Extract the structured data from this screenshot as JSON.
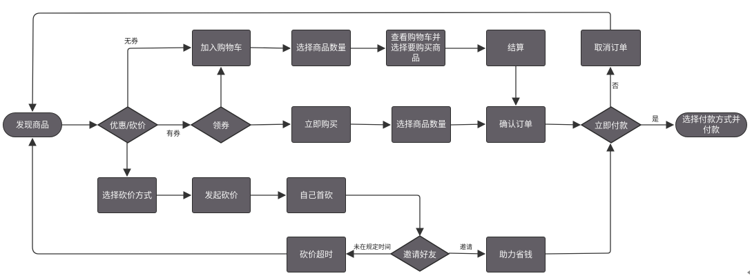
{
  "diagram": {
    "type": "flowchart",
    "colors": {
      "node_fill": "#625e65",
      "node_stroke": "#2b2b2b",
      "node_text": "#f4f4f4",
      "edge": "#333333",
      "background": "#ffffff"
    },
    "nodes": {
      "discover": {
        "label": "发现商品",
        "shape": "terminal"
      },
      "discount_decision": {
        "label": "优惠/砍价",
        "shape": "decision"
      },
      "get_coupon": {
        "label": "领券",
        "shape": "decision"
      },
      "add_to_cart": {
        "label": "加入购物车",
        "shape": "process"
      },
      "select_qty_cart": {
        "label": "选择商品数量",
        "shape": "process"
      },
      "view_cart": {
        "label": "查看购物车并选择要购买商品",
        "shape": "process"
      },
      "checkout": {
        "label": "结算",
        "shape": "process"
      },
      "cancel_order": {
        "label": "取消订单",
        "shape": "process"
      },
      "buy_now": {
        "label": "立即购买",
        "shape": "process"
      },
      "select_qty_buy": {
        "label": "选择商品数量",
        "shape": "process"
      },
      "confirm_order": {
        "label": "确认订单",
        "shape": "process"
      },
      "pay_now": {
        "label": "立即付款",
        "shape": "decision"
      },
      "choose_payment": {
        "label": "选择付款方式并付款",
        "shape": "terminal"
      },
      "choose_bargain": {
        "label": "选择砍价方式",
        "shape": "process"
      },
      "start_bargain": {
        "label": "发起砍价",
        "shape": "process"
      },
      "self_first_cut": {
        "label": "自己首砍",
        "shape": "process"
      },
      "invite_friends": {
        "label": "邀请好友",
        "shape": "decision"
      },
      "bargain_timeout": {
        "label": "砍价超时",
        "shape": "process"
      },
      "help_save": {
        "label": "助力省钱",
        "shape": "process"
      }
    },
    "edge_labels": {
      "no_coupon": "无券",
      "has_coupon": "有券",
      "yes": "是",
      "no": "否",
      "not_in_time": "未在规定时间",
      "invite": "邀请"
    },
    "edges": [
      {
        "from": "discover",
        "to": "discount_decision"
      },
      {
        "from": "discount_decision",
        "to": "add_to_cart",
        "label": "无券"
      },
      {
        "from": "discount_decision",
        "to": "get_coupon",
        "label": "有券"
      },
      {
        "from": "discount_decision",
        "to": "choose_bargain"
      },
      {
        "from": "get_coupon",
        "to": "add_to_cart"
      },
      {
        "from": "get_coupon",
        "to": "buy_now"
      },
      {
        "from": "add_to_cart",
        "to": "select_qty_cart"
      },
      {
        "from": "select_qty_cart",
        "to": "view_cart"
      },
      {
        "from": "view_cart",
        "to": "checkout"
      },
      {
        "from": "checkout",
        "to": "confirm_order"
      },
      {
        "from": "buy_now",
        "to": "select_qty_buy"
      },
      {
        "from": "select_qty_buy",
        "to": "confirm_order"
      },
      {
        "from": "confirm_order",
        "to": "pay_now"
      },
      {
        "from": "pay_now",
        "to": "choose_payment",
        "label": "是"
      },
      {
        "from": "pay_now",
        "to": "cancel_order",
        "label": "否"
      },
      {
        "from": "cancel_order",
        "to": "discover"
      },
      {
        "from": "choose_bargain",
        "to": "start_bargain"
      },
      {
        "from": "start_bargain",
        "to": "self_first_cut"
      },
      {
        "from": "self_first_cut",
        "to": "invite_friends"
      },
      {
        "from": "invite_friends",
        "to": "bargain_timeout",
        "label": "未在规定时间"
      },
      {
        "from": "invite_friends",
        "to": "help_save",
        "label": "邀请"
      },
      {
        "from": "bargain_timeout",
        "to": "discover"
      },
      {
        "from": "help_save",
        "to": "pay_now"
      }
    ]
  }
}
